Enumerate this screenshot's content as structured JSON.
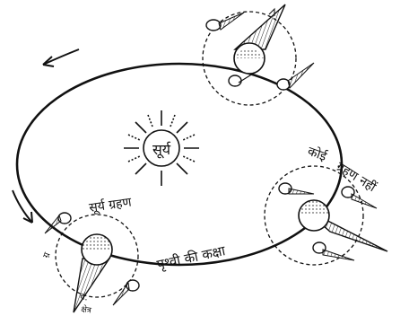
{
  "labels": {
    "sun": "सूर्य",
    "orbit": "पृथ्वी की कक्षा",
    "no_eclipse_1": "कोई",
    "no_eclipse_2": "ग्रहण नहीं",
    "solar_eclipse": "सूर्य ग्रहण",
    "small_1": "ग्र",
    "small_2": "चं.",
    "small_3": "क्षेत्र"
  },
  "colors": {
    "ink": "#111111",
    "paper": "#ffffff",
    "shadow_hatch": "#222222"
  },
  "icons": [
    "sun-icon",
    "earth-icon",
    "moon-icon",
    "shadow-cone-icon",
    "direction-arrow-icon"
  ]
}
